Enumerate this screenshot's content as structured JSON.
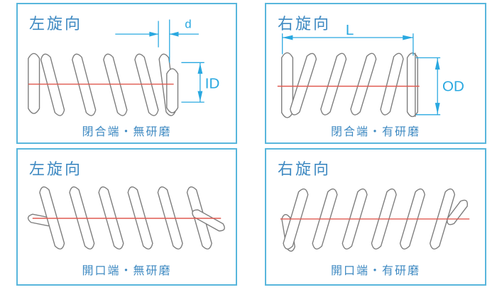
{
  "colors": {
    "panel_border": "#58b6dc",
    "heading_text": "#3f8ac2",
    "dimension_lines": "#29a8e0",
    "spring_wire": "#7c7c7c",
    "centerline": "#e05a50"
  },
  "panels": [
    {
      "heading": "左旋向",
      "caption": "閉合端・無研磨"
    },
    {
      "heading": "右旋向",
      "caption": "閉合端・有研磨"
    },
    {
      "heading": "左旋向",
      "caption": "開口端・無研磨"
    },
    {
      "heading": "右旋向",
      "caption": "開口端・有研磨"
    }
  ],
  "dimensions": {
    "wire_diameter": "d",
    "inner_diameter": "ID",
    "free_length": "L",
    "outer_diameter": "OD"
  }
}
